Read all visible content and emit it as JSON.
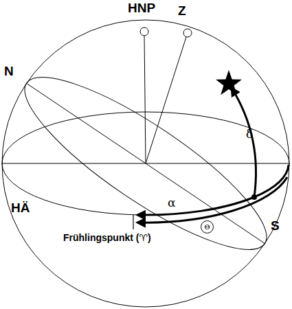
{
  "diagram": {
    "labels": [
      "HNP",
      "Z",
      "N",
      "HÄ",
      "S",
      "Frühlingspunkt (♈)",
      "α",
      "δ",
      "Θ"
    ]
  }
}
